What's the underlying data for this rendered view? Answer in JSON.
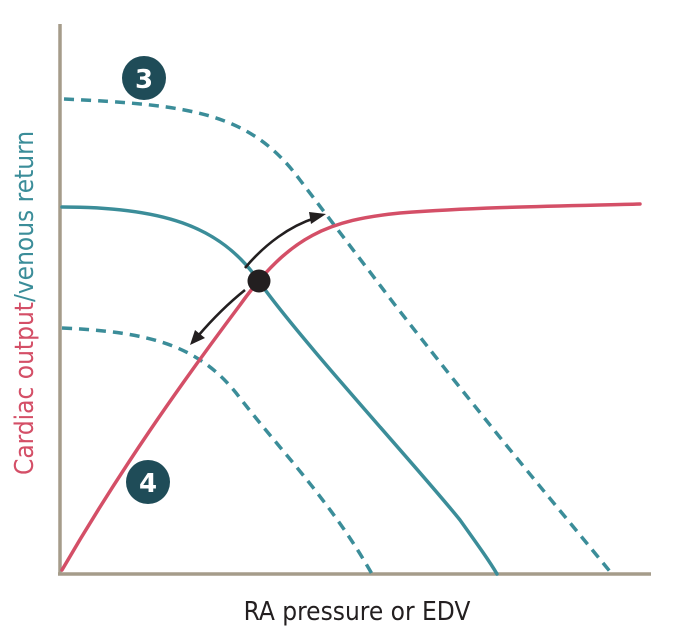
{
  "diagram": {
    "x_axis_label": "RA pressure or EDV",
    "y_axis_label_cardiac": "Cardiac output",
    "y_axis_label_separator": "/",
    "y_axis_label_venous": "venous return",
    "badges": [
      {
        "label": "3"
      },
      {
        "label": "4"
      }
    ],
    "curves": [
      {
        "name": "cardiac-output-curve",
        "color": "#d44f67",
        "style": "solid"
      },
      {
        "name": "venous-return-curve",
        "color": "#3b8d99",
        "style": "solid"
      },
      {
        "name": "venous-return-curve-increased",
        "color": "#3b8d99",
        "style": "dashed"
      },
      {
        "name": "venous-return-curve-decreased",
        "color": "#3b8d99",
        "style": "dashed"
      }
    ],
    "colors": {
      "axis": "#a59c8a",
      "cardiac_output": "#d44f67",
      "venous_return": "#3b8d99",
      "badge": "#1f4c58",
      "marker": "#231f20"
    }
  }
}
